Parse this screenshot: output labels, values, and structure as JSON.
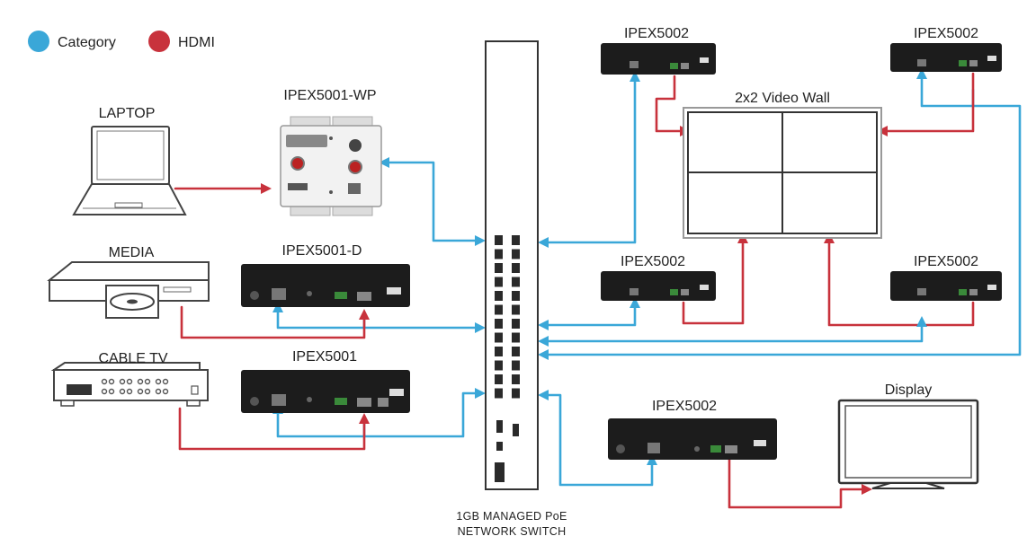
{
  "colors": {
    "category": "#3aa7d8",
    "hdmi": "#c8323c",
    "device": "#1c1c1c",
    "outline": "#333333"
  },
  "legend": [
    {
      "label": "Category",
      "color_key": "category"
    },
    {
      "label": "HDMI",
      "color_key": "hdmi"
    }
  ],
  "sources": {
    "laptop": "LAPTOP",
    "media": "MEDIA",
    "cable_tv": "CABLE TV"
  },
  "encoders": {
    "wallplate": "IPEX5001-WP",
    "desktop_d": "IPEX5001-D",
    "desktop": "IPEX5001"
  },
  "decoders": {
    "top_left": "IPEX5002",
    "top_right": "IPEX5002",
    "mid_left": "IPEX5002",
    "mid_right": "IPEX5002",
    "bottom": "IPEX5002"
  },
  "displays": {
    "video_wall": "2x2 Video Wall",
    "display": "Display"
  },
  "switch": {
    "line1": "1GB MANAGED PoE",
    "line2": "NETWORK SWITCH"
  },
  "icons": {
    "laptop": "laptop-icon",
    "media": "media-player-icon",
    "cable_tv": "cable-box-icon",
    "display": "monitor-icon"
  }
}
